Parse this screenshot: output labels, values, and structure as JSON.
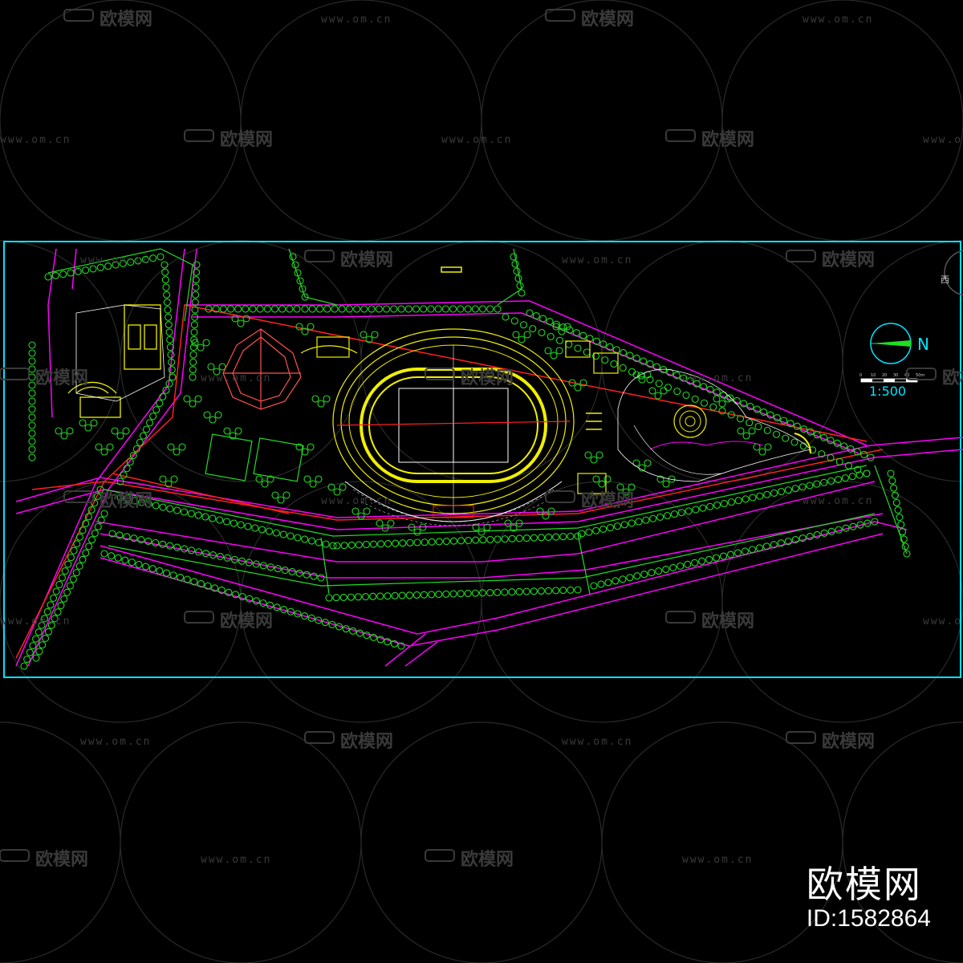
{
  "watermark": {
    "url_text": "www.om.cn",
    "brand_text": "欧模网"
  },
  "plan": {
    "scale_label": "1:500",
    "north_label": "N",
    "side_label": "西",
    "scale_ticks": [
      "0",
      "10",
      "20",
      "30",
      "40",
      "50m"
    ]
  },
  "brand": {
    "name": "欧模网",
    "id_text": "ID:1582864"
  },
  "colors": {
    "frame": "#00e5ff",
    "road": "#ff00ff",
    "redline": "#ff2020",
    "tree": "#22dd22",
    "building": "#f0f000",
    "cyan": "#00e5ff"
  }
}
